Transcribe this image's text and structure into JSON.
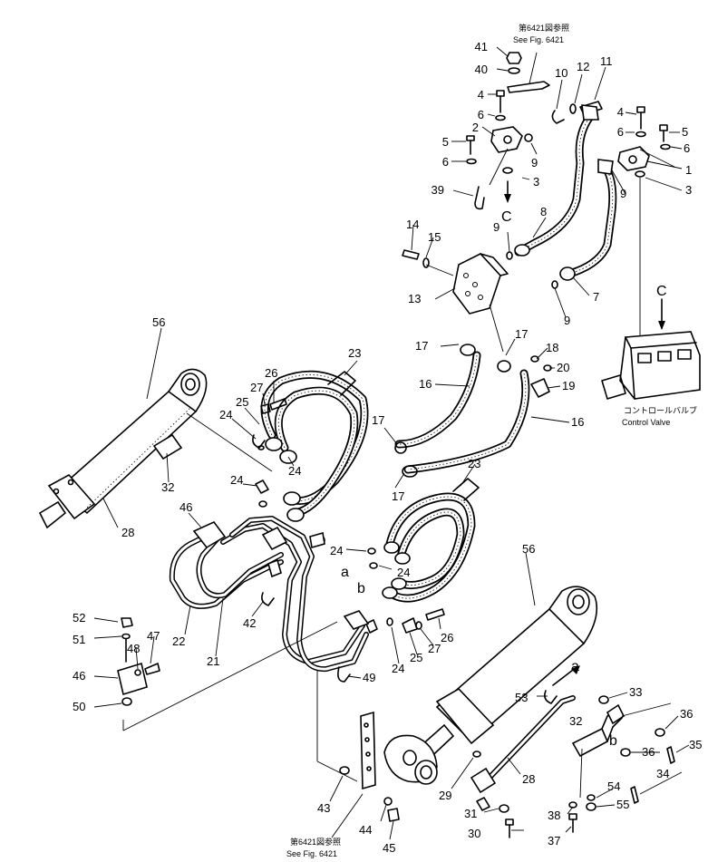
{
  "callouts": [
    {
      "id": "c41",
      "text": "41"
    },
    {
      "id": "c40",
      "text": "40"
    },
    {
      "id": "c4a",
      "text": "4"
    },
    {
      "id": "c6a",
      "text": "6"
    },
    {
      "id": "c2",
      "text": "2"
    },
    {
      "id": "c5a",
      "text": "5"
    },
    {
      "id": "c6b",
      "text": "6"
    },
    {
      "id": "c39",
      "text": "39"
    },
    {
      "id": "c3a",
      "text": "3"
    },
    {
      "id": "c10",
      "text": "10"
    },
    {
      "id": "c12",
      "text": "12"
    },
    {
      "id": "c11",
      "text": "11"
    },
    {
      "id": "c9a",
      "text": "9"
    },
    {
      "id": "c9b",
      "text": "9"
    },
    {
      "id": "c8",
      "text": "8"
    },
    {
      "id": "c4b",
      "text": "4"
    },
    {
      "id": "c6c",
      "text": "6"
    },
    {
      "id": "c5b",
      "text": "5"
    },
    {
      "id": "c6d",
      "text": "6"
    },
    {
      "id": "c1",
      "text": "1"
    },
    {
      "id": "c9c",
      "text": "9"
    },
    {
      "id": "c3b",
      "text": "3"
    },
    {
      "id": "c14",
      "text": "14"
    },
    {
      "id": "c15",
      "text": "15"
    },
    {
      "id": "c13",
      "text": "13"
    },
    {
      "id": "c7",
      "text": "7"
    },
    {
      "id": "c9d",
      "text": "9"
    },
    {
      "id": "c56a",
      "text": "56"
    },
    {
      "id": "c23a",
      "text": "23"
    },
    {
      "id": "c17a",
      "text": "17"
    },
    {
      "id": "c17b",
      "text": "17"
    },
    {
      "id": "c18",
      "text": "18"
    },
    {
      "id": "c20",
      "text": "20"
    },
    {
      "id": "c19",
      "text": "19"
    },
    {
      "id": "c16a",
      "text": "16"
    },
    {
      "id": "c16b",
      "text": "16"
    },
    {
      "id": "c26a",
      "text": "26"
    },
    {
      "id": "c27a",
      "text": "27"
    },
    {
      "id": "c25a",
      "text": "25"
    },
    {
      "id": "c24a",
      "text": "24"
    },
    {
      "id": "c24b",
      "text": "24"
    },
    {
      "id": "c17c",
      "text": "17"
    },
    {
      "id": "c17d",
      "text": "17"
    },
    {
      "id": "c32a",
      "text": "32"
    },
    {
      "id": "c28a",
      "text": "28"
    },
    {
      "id": "c24c",
      "text": "24"
    },
    {
      "id": "c46a",
      "text": "46"
    },
    {
      "id": "c23b",
      "text": "23"
    },
    {
      "id": "c24d",
      "text": "24"
    },
    {
      "id": "c24e",
      "text": "24"
    },
    {
      "id": "c56b",
      "text": "56"
    },
    {
      "id": "c42",
      "text": "42"
    },
    {
      "id": "c22",
      "text": "22"
    },
    {
      "id": "c21",
      "text": "21"
    },
    {
      "id": "c52",
      "text": "52"
    },
    {
      "id": "c51",
      "text": "51"
    },
    {
      "id": "c47",
      "text": "47"
    },
    {
      "id": "c48",
      "text": "48"
    },
    {
      "id": "c46b",
      "text": "46"
    },
    {
      "id": "c50",
      "text": "50"
    },
    {
      "id": "c26b",
      "text": "26"
    },
    {
      "id": "c27b",
      "text": "27"
    },
    {
      "id": "c25b",
      "text": "25"
    },
    {
      "id": "c24f",
      "text": "24"
    },
    {
      "id": "c49",
      "text": "49"
    },
    {
      "id": "c33",
      "text": "33"
    },
    {
      "id": "c53",
      "text": "53"
    },
    {
      "id": "c36a",
      "text": "36"
    },
    {
      "id": "c32b",
      "text": "32"
    },
    {
      "id": "c36b",
      "text": "36"
    },
    {
      "id": "c35",
      "text": "35"
    },
    {
      "id": "c34",
      "text": "34"
    },
    {
      "id": "c54",
      "text": "54"
    },
    {
      "id": "c55",
      "text": "55"
    },
    {
      "id": "c28b",
      "text": "28"
    },
    {
      "id": "c29",
      "text": "29"
    },
    {
      "id": "c31",
      "text": "31"
    },
    {
      "id": "c30",
      "text": "30"
    },
    {
      "id": "c38",
      "text": "38"
    },
    {
      "id": "c37",
      "text": "37"
    },
    {
      "id": "c43",
      "text": "43"
    },
    {
      "id": "c44",
      "text": "44"
    },
    {
      "id": "c45",
      "text": "45"
    }
  ],
  "letters": [
    {
      "id": "la",
      "text": "C"
    },
    {
      "id": "lb",
      "text": "C"
    },
    {
      "id": "lc",
      "text": "a"
    },
    {
      "id": "ld",
      "text": "b"
    },
    {
      "id": "le",
      "text": "a"
    },
    {
      "id": "lf",
      "text": "b"
    }
  ],
  "notes": {
    "fig_ref_top_jp": "第6421図参照",
    "fig_ref_top_en": "See Fig. 6421",
    "fig_ref_bottom_jp": "第6421図参照",
    "fig_ref_bottom_en": "See Fig. 6421",
    "control_valve_jp": "コントロールバルブ",
    "control_valve_en": "Control Valve"
  }
}
